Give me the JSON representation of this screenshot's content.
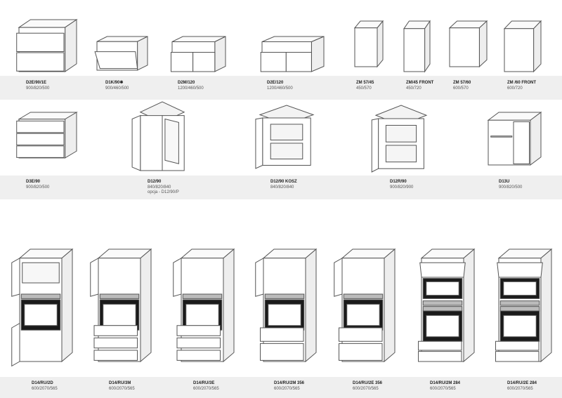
{
  "rows": [
    {
      "items": [
        {
          "code": "D2E/90/1E",
          "dims": "900/820/500"
        },
        {
          "code": "D1K/90✱",
          "dims": "900/460/500"
        },
        {
          "code": "D2M/120",
          "dims": "1200/460/500"
        },
        {
          "code": "D2E/120",
          "dims": "1200/460/500"
        },
        {
          "code": "ZM 57/45",
          "dims": "450/570"
        },
        {
          "code": "ZM/45 FRONT",
          "dims": "450/720"
        },
        {
          "code": "ZM 57/60",
          "dims": "600/570"
        },
        {
          "code": "ZM /60 FRONT",
          "dims": "600/720"
        }
      ]
    },
    {
      "items": [
        {
          "code": "D3E/90",
          "dims": "900/820/500"
        },
        {
          "code": "D12/90",
          "dims": "840/820/840",
          "note": "opcja - D12/90/P"
        },
        {
          "code": "D12/90 KOSZ",
          "dims": "840/820/840"
        },
        {
          "code": "D12R/90",
          "dims": "900/820/900"
        },
        {
          "code": "D13U",
          "dims": "900/820/500"
        }
      ]
    },
    {
      "items": [
        {
          "code": "D14/RU/2D",
          "dims": "600/2070/565"
        },
        {
          "code": "D14/RU/3M",
          "dims": "600/2070/565"
        },
        {
          "code": "D14/RU/3E",
          "dims": "600/2070/565"
        },
        {
          "code": "D14/RU/2M 356",
          "dims": "600/2070/565"
        },
        {
          "code": "D14/RU/2E 356",
          "dims": "600/2070/565"
        },
        {
          "code": "D14/RU/2M 284",
          "dims": "600/2070/565"
        },
        {
          "code": "D14/RU/2E 284",
          "dims": "600/2070/565"
        }
      ]
    }
  ],
  "colors": {
    "band": "#efefef",
    "line": "#555555",
    "oven": "#1a1a1a"
  }
}
